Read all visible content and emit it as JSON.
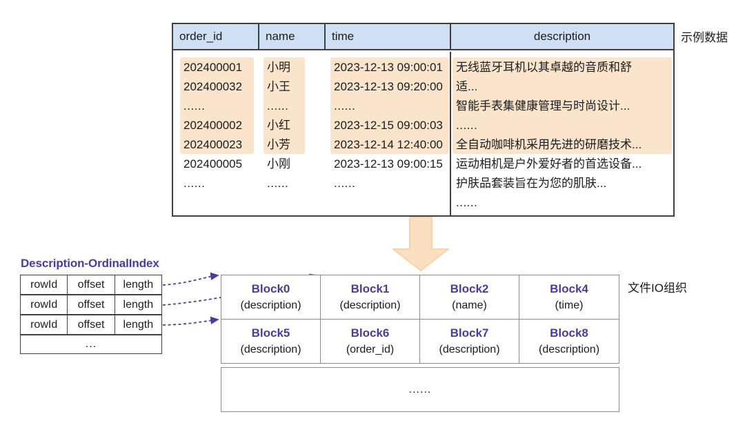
{
  "sample_table": {
    "caption": "示例数据",
    "columns": [
      {
        "key": "order_id",
        "label": "order_id"
      },
      {
        "key": "name",
        "label": "name"
      },
      {
        "key": "time",
        "label": "time"
      },
      {
        "key": "description",
        "label": "description"
      }
    ],
    "order_id_lines": [
      "202400001",
      "202400032",
      "......",
      "202400002",
      "202400023",
      "202400005",
      "......"
    ],
    "name_lines": [
      "小明",
      "小王",
      "......",
      "小红",
      "小芳",
      "小刚",
      "......"
    ],
    "time_lines": [
      "2023-12-13 09:00:01",
      "2023-12-13 09:20:00",
      "......",
      "2023-12-15 09:00:03",
      "2023-12-14 12:40:00",
      "2023-12-13 09:00:15",
      "......"
    ],
    "description_lines": [
      "无线蓝牙耳机以其卓越的音质和舒",
      "适...",
      "智能手表集健康管理与时尚设计...",
      "......",
      "全自动咖啡机采用先进的研磨技术...",
      "运动相机是户外爱好者的首选设备...",
      "护肤品套装旨在为您的肌肤...",
      "......"
    ],
    "header_bg": "#cfe0f5",
    "highlight_bg": "#fae5cc"
  },
  "flow": {
    "arrow_color": "#fae0c0",
    "arrow_stroke": "#f2cfa4"
  },
  "file_io": {
    "caption": "文件IO组织",
    "blocks_row1": [
      {
        "name": "Block0",
        "field": "(description)"
      },
      {
        "name": "Block1",
        "field": "(description)"
      },
      {
        "name": "Block2",
        "field": "(name)"
      },
      {
        "name": "Block4",
        "field": "(time)"
      }
    ],
    "blocks_row2": [
      {
        "name": "Block5",
        "field": "(description)"
      },
      {
        "name": "Block6",
        "field": "(order_id)"
      },
      {
        "name": "Block7",
        "field": "(description)"
      },
      {
        "name": "Block8",
        "field": "(description)"
      }
    ],
    "more": "......",
    "block_name_color": "#4b3b9e"
  },
  "ordinal_index": {
    "title": "Description-OrdinalIndex",
    "title_color": "#4b3b9e",
    "columns": [
      "rowId",
      "offset",
      "length"
    ],
    "rows": [
      [
        "rowId",
        "offset",
        "length"
      ],
      [
        "rowId",
        "offset",
        "length"
      ],
      [
        "rowId",
        "offset",
        "length"
      ]
    ],
    "more": "...",
    "connector_color": "#4b3b9e"
  }
}
